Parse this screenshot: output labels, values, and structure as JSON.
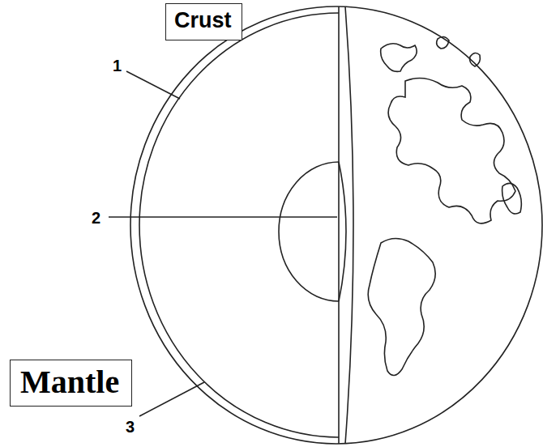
{
  "diagram": {
    "nodes": [
      {
        "text": [
          "Crust"
        ]
      },
      {
        "text": [
          "Mantle"
        ]
      }
    ],
    "labels": [
      "1",
      "2",
      "3"
    ]
  }
}
